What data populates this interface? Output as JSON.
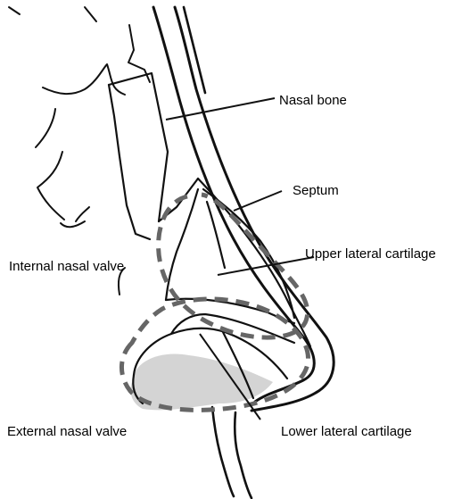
{
  "labels": {
    "nasal_bone": "Nasal bone",
    "septum": "Septum",
    "upper_lateral_cartilage": "Upper lateral cartilage",
    "internal_nasal_valve": "Internal nasal valve",
    "external_nasal_valve": "External nasal valve",
    "lower_lateral_cartilage": "Lower lateral cartilage"
  },
  "colors": {
    "ink": "#111111",
    "dashed_outline": "#666666",
    "nostril_fill": "#d4d4d4",
    "background": "#ffffff"
  }
}
